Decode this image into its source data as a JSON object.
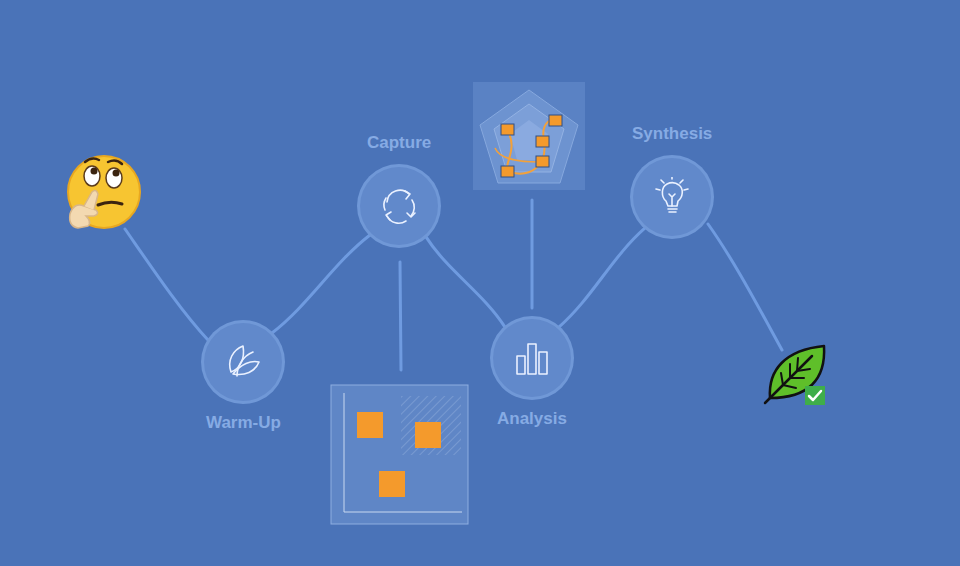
{
  "diagram": {
    "nodes": [
      {
        "text": [
          "Warm-Up"
        ]
      },
      {
        "text": [
          "Capture"
        ]
      },
      {
        "text": [
          "Analysis"
        ]
      },
      {
        "text": [
          "Synthesis"
        ]
      }
    ],
    "edges": [
      {
        "from": 0,
        "to": 1,
        "arrow": "none"
      },
      {
        "from": 1,
        "to": 2,
        "arrow": "none"
      },
      {
        "from": 2,
        "to": 3,
        "arrow": "none"
      }
    ]
  }
}
